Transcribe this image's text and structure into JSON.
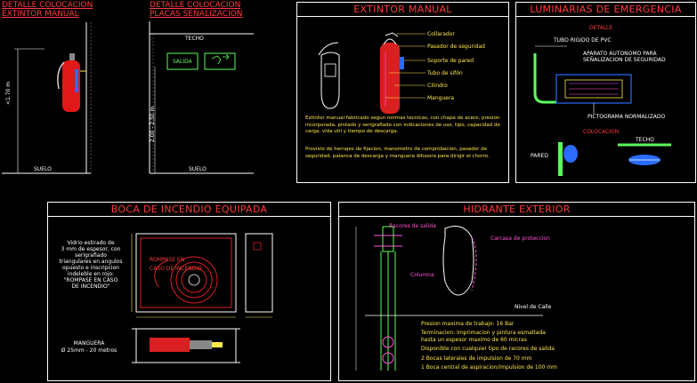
{
  "detail_extintor": {
    "title_line1": "DETALLE COLOCACION",
    "title_line2": "EXTINTOR MANUAL",
    "height_label": "<1.70 m",
    "floor_label": "SUELO"
  },
  "detail_placas": {
    "title_line1": "DETALLE COLOCACION",
    "title_line2": "PLACAS SEÑALIZACION",
    "ceiling_label": "TECHO",
    "height_label": "2.00 - 2.50 m",
    "floor_label": "SUELO",
    "sign_text": "SALIDA"
  },
  "extintor_manual": {
    "title": "EXTINTOR MANUAL",
    "labels": [
      "Collarador",
      "Pasador de seguridad",
      "Soporte de pared",
      "Tubo de sifón",
      "Cilindro",
      "Manguera"
    ],
    "paragraph1": "Extintor manual fabricado segun normas tecnicas, con chapa de acero, presion incorporada, pintado y serigrafiado con indicaciones de uso, tipo, capacidad de carga, vida util y tiempo de descarga.",
    "paragraph2": "Provisto de herrajes de fijacion, manometro de comprobacion, pasador de seguridad, palanca de descarga y manguera difusora para dirigir el chorro."
  },
  "luminarias": {
    "title": "LUMINARIAS DE EMERGENCIA",
    "detalle_label": "DETALLE",
    "tube_label": "TUBO RIGIDO DE PVC",
    "device_label_line1": "APARATO AUTONOMO PARA",
    "device_label_line2": "SEÑALIZACION DE SEGURIDAD",
    "pictogram_label": "PICTOGRAMA NORMALIZADO",
    "colocacion_label": "COLOCACION",
    "techo_label": "TECHO",
    "pared_label": "PARED"
  },
  "boca_incendio": {
    "title": "BOCA DE INCENDIO EQUIPADA",
    "glass_note": [
      "Vidrio estirado de",
      "3 mm de espesor, con",
      "serigrafiado",
      "triangulares en angulos",
      "opuesto e inscripcion",
      "indeleble en rojo:",
      "\"ROMPASE EN CASO",
      "DE INCENDIO\""
    ],
    "cabinet_text_line1": "ROMPASE   EN",
    "cabinet_text_line2": "CASO DE   INCENDIO",
    "hose_label": "MANGUERA",
    "hose_spec": "Ø 25mm - 20 metros"
  },
  "hidrante": {
    "title": "HIDRANTE EXTERIOR",
    "label_bocas": "Racores de salida",
    "label_carcasa": "Carcasa de proteccion",
    "label_columna": "Columna",
    "label_nivel": "Nivel de Calle",
    "specs": [
      "Presion maxima de trabajo: 16 Bar",
      "Terminacion: Imprimacion y pintura esmaltada",
      "hasta un espesor maximo de 60 micras",
      "Disponible con cualquier tipo de racores de salida",
      "2 Bocas laterales de impulsion de 70 mm",
      "1 Boca central de aspiracion/impulsion de 100 mm"
    ]
  },
  "colors": {
    "frame": "#ffffff",
    "title": "#ff3b3b",
    "accent_yellow": "#ffe84a",
    "accent_green": "#5cff5c",
    "accent_magenta": "#ff57d8"
  }
}
